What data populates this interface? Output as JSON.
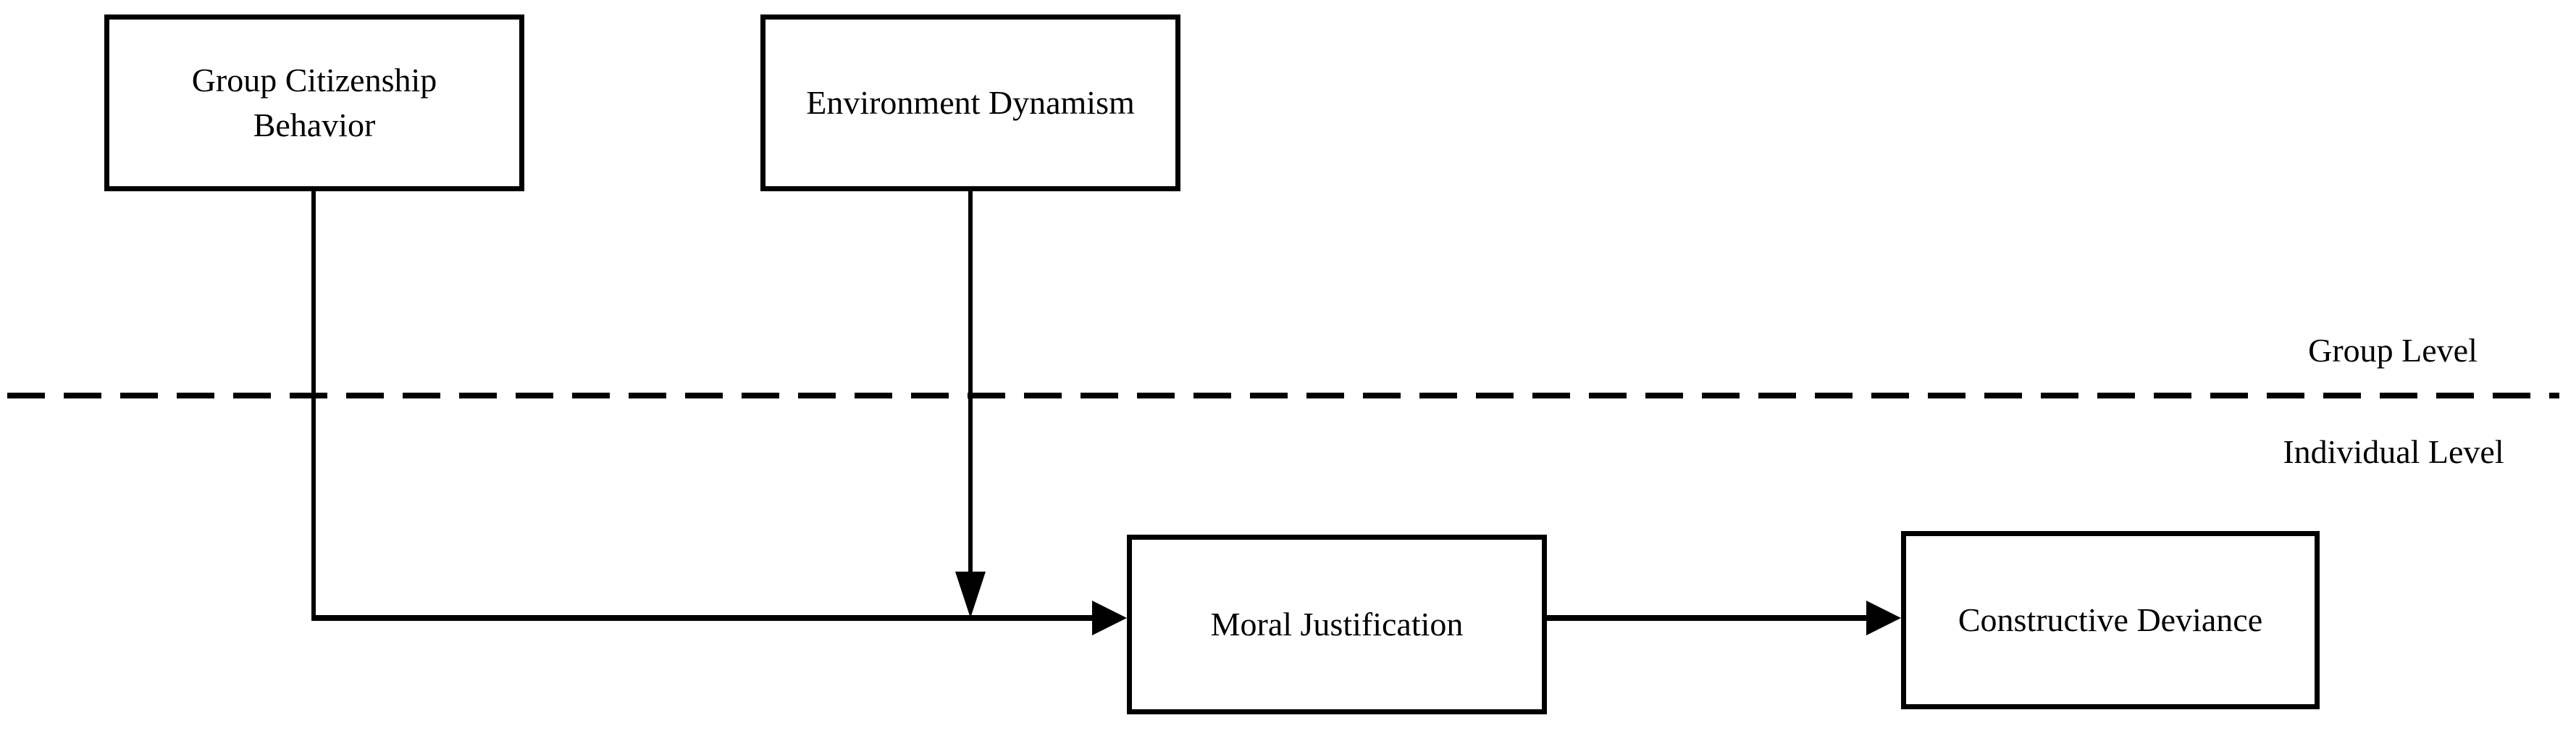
{
  "diagram": {
    "boxes": [
      {
        "id": "group-citizenship-behavior",
        "lines": [
          "Group Citizenship",
          "Behavior"
        ]
      },
      {
        "id": "environment-dynamism",
        "lines": [
          "Environment Dynamism"
        ]
      },
      {
        "id": "moral-justification",
        "lines": [
          "Moral Justification"
        ]
      },
      {
        "id": "constructive-deviance",
        "lines": [
          "Constructive Deviance"
        ]
      }
    ],
    "level_labels": {
      "group": "Group Level",
      "individual": "Individual Level"
    },
    "edges": [
      {
        "from": "Group Citizenship Behavior",
        "to": "Moral Justification",
        "style": "solid-arrow"
      },
      {
        "from": "Environment Dynamism",
        "to": "arrow between Group Citizenship Behavior and Moral Justification",
        "style": "solid-arrow-moderator"
      },
      {
        "from": "Moral Justification",
        "to": "Constructive Deviance",
        "style": "solid-arrow"
      }
    ],
    "divider": {
      "style": "dashed",
      "orientation": "horizontal"
    },
    "colors": {
      "background": "#ffffff",
      "line": "#000000",
      "text": "#000000"
    }
  }
}
